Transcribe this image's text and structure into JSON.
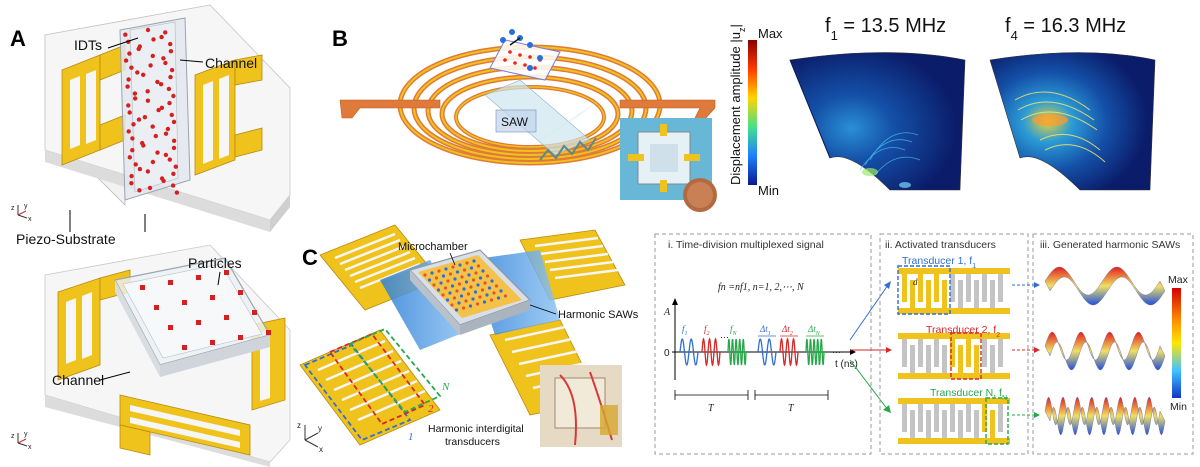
{
  "colors": {
    "gold": "#f0c21c",
    "gold_dark": "#c79a12",
    "particle": "#d62020",
    "channel": "#e6ebf0",
    "substrate": "#ececec",
    "sim_bg": "#0c1f6e",
    "blue_wave": "#2f6fd1",
    "red_wave": "#d92626",
    "green_wave": "#27a84a"
  },
  "panel_a": {
    "label": "A",
    "idts": "IDTs",
    "channel_top": "Channel",
    "piezo": "Piezo-Substrate",
    "particles": "Particles",
    "channel_bottom": "Channel",
    "axis_z": "z",
    "axis_y": "y",
    "axis_x": "x"
  },
  "panel_b": {
    "label": "B",
    "saw": "SAW",
    "colorbar_title": "Displacement amplitude |u",
    "colorbar_sub": "z",
    "colorbar_max": "Max",
    "colorbar_min": "Min",
    "f1": "f",
    "f1_sub": "1",
    "f1_value": " = 13.5 MHz",
    "f4": "f",
    "f4_sub": "4",
    "f4_value": " = 16.3 MHz"
  },
  "panel_c": {
    "label": "C",
    "microchamber": "Microchamber",
    "harmonic_saws": "Harmonic SAWs",
    "harmonic_idt_1": "Harmonic interdigital",
    "harmonic_idt_2": "transducers",
    "n_label": "N",
    "two_label": "2",
    "one_label": "1",
    "panel_i_title": "i. Time-division multiplexed signal",
    "panel_ii_title": "ii. Activated transducers",
    "panel_iii_title": "iii. Generated harmonic SAWs",
    "formula": "f",
    "formula_rest": "n =nf1, n=1, 2,⋯, N",
    "axis_A": "A",
    "axis_t": "t (ns)",
    "zero": "0",
    "T1": "T",
    "T2": "T",
    "transducer1": "Transducer 1, f",
    "transducer1_sub": "1",
    "transducer2": "Transducer 2, f",
    "transducer2_sub": "2",
    "transducerN": "Transducer N, f",
    "transducerN_sub": "N",
    "d_label": "d",
    "max": "Max",
    "min": "Min",
    "wave_labels": [
      "f1",
      "f2",
      "fN",
      "Δt1",
      "Δt2",
      "ΔtN"
    ]
  }
}
